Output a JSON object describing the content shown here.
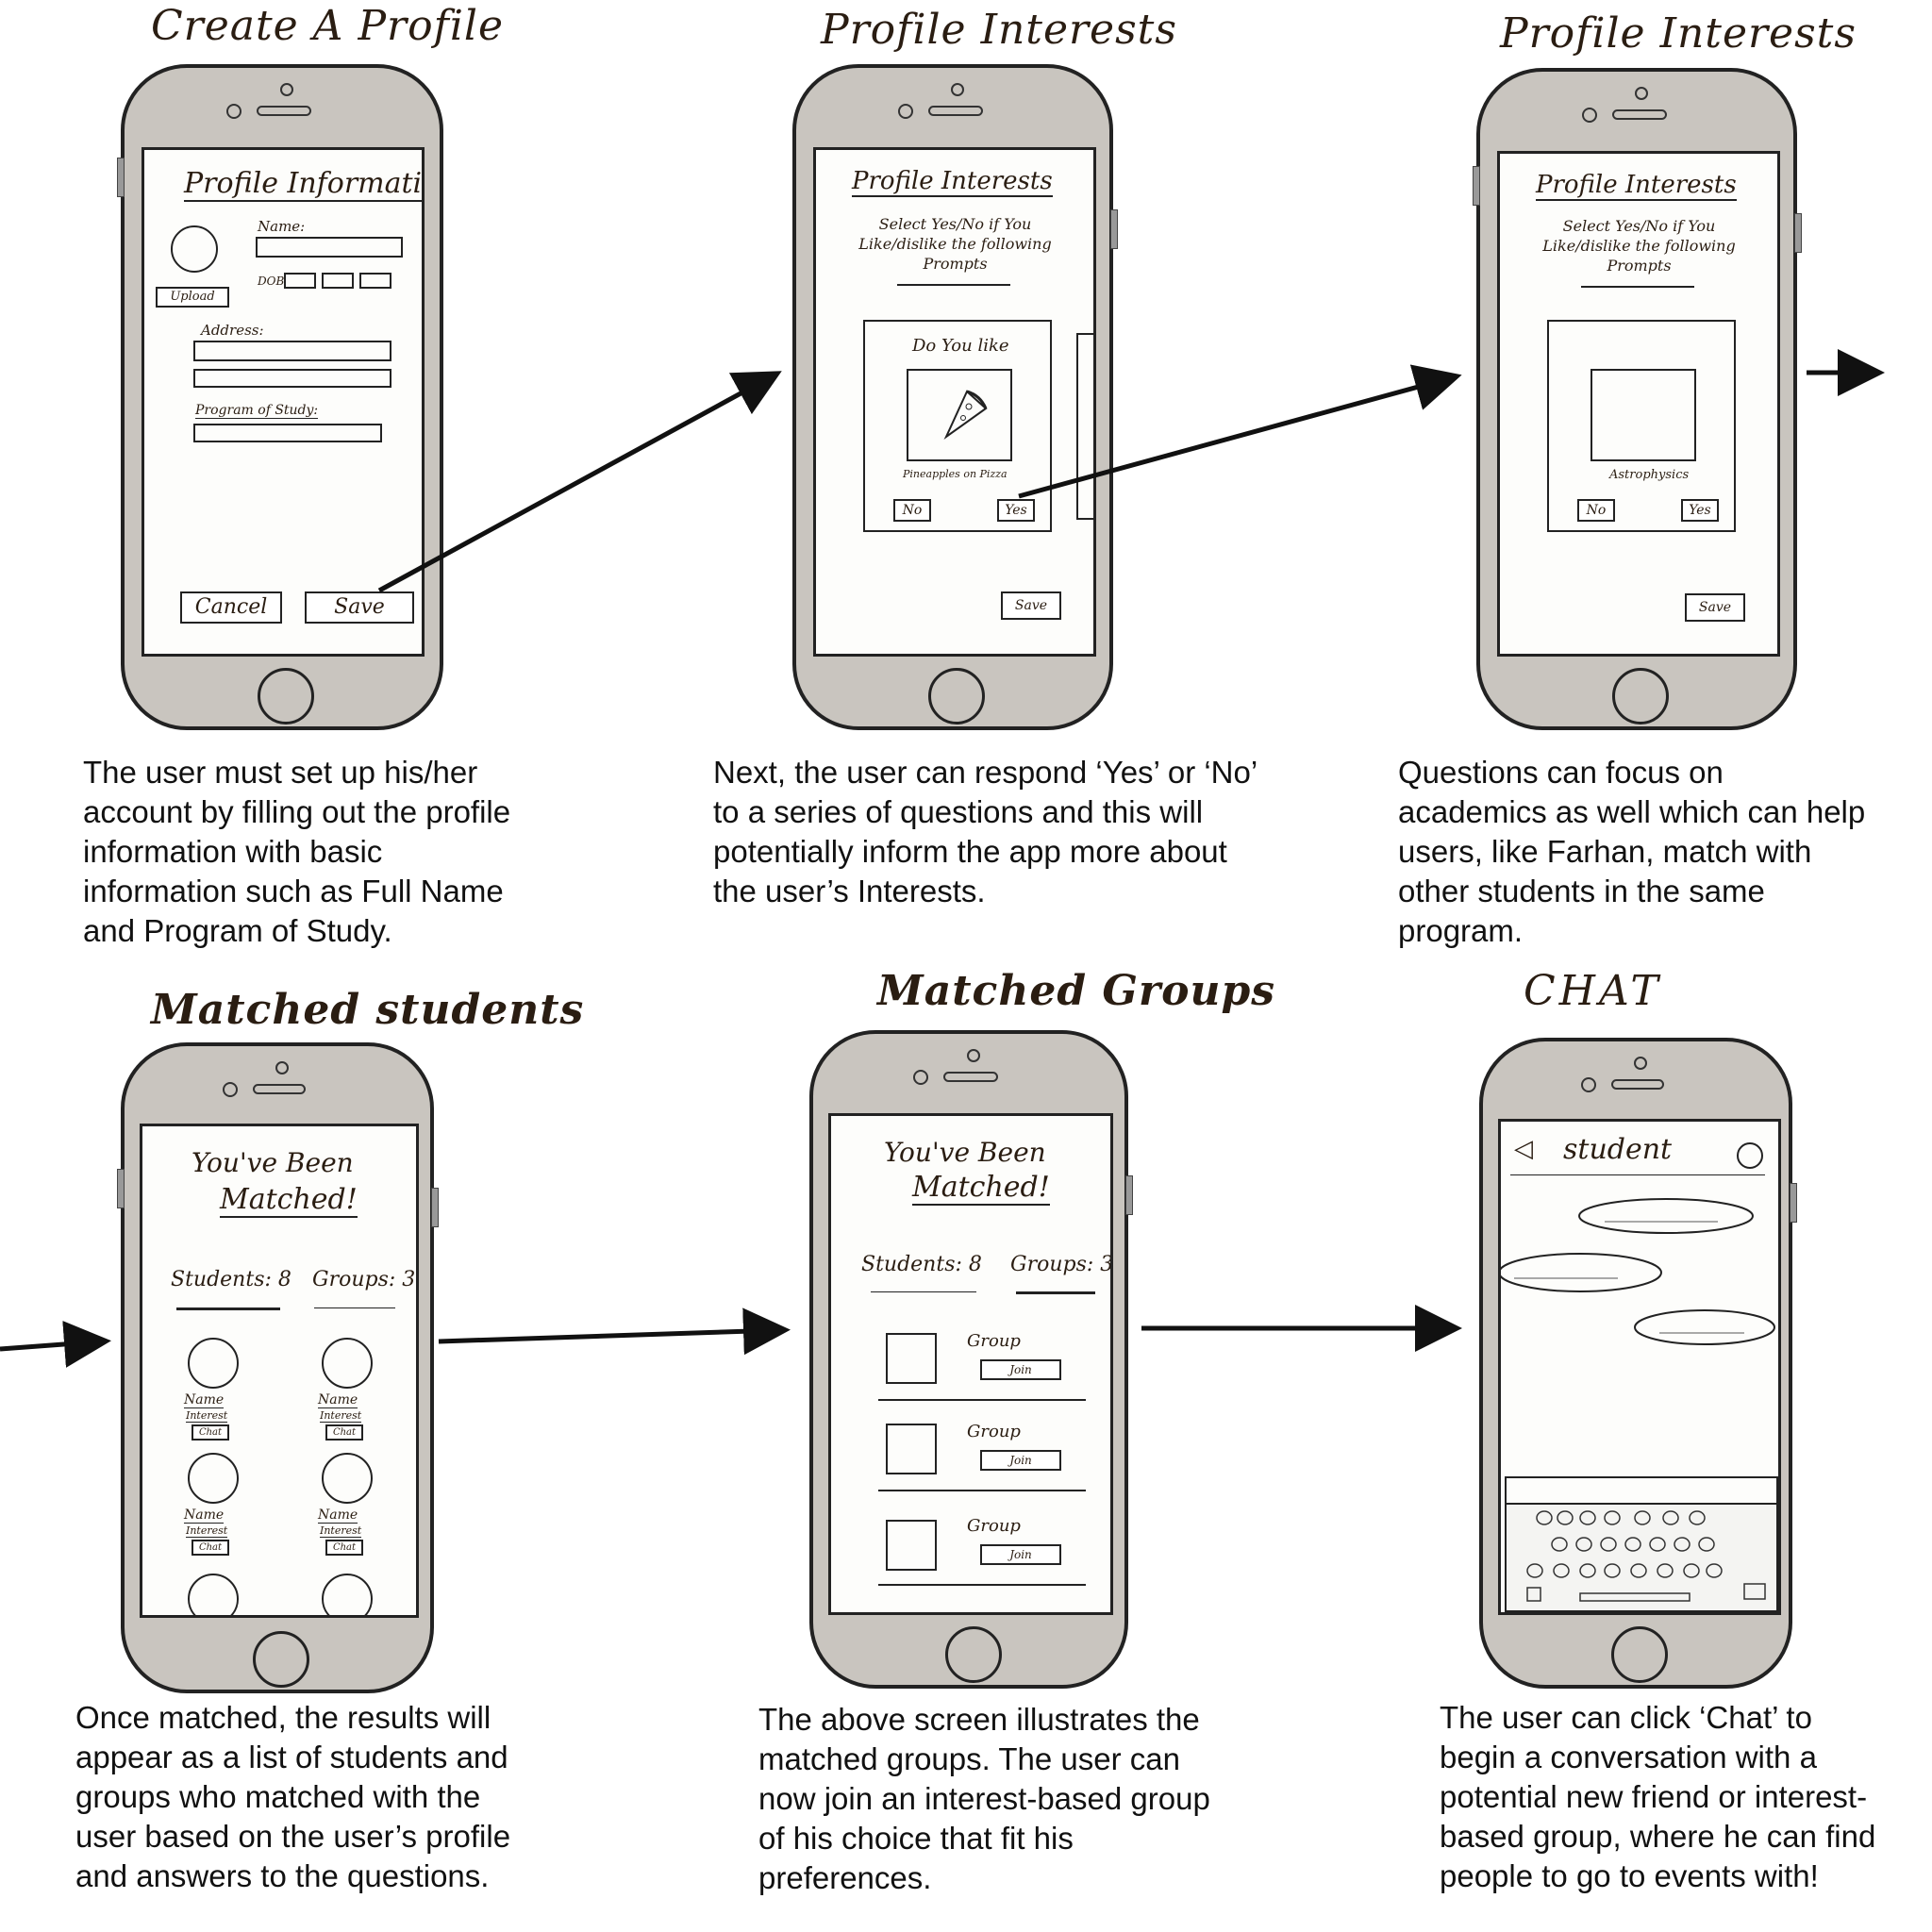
{
  "titles": {
    "create_profile": "Create A Profile",
    "profile_interests_1": "Profile Interests",
    "profile_interests_2": "Profile Interests",
    "matched_students": "Matched students",
    "matched_groups": "Matched Groups",
    "chat": "CHAT"
  },
  "captions": {
    "create_profile": "The user must set up his/her account by filling out the profile information with basic information such as Full Name and Program of Study.",
    "profile_interests_1": "Next, the user can respond ‘Yes’ or ‘No’ to a series of questions and this will potentially inform the app more about the user’s Interests.",
    "profile_interests_2": "Questions can focus on academics as well  which  can help users, like Farhan, match with other students in the same program.",
    "matched_students": "Once matched, the results will appear as a list of students and groups who matched with the user  based on the user’s profile and answers to the questions.",
    "matched_groups": "The above screen illustrates the matched groups. The user can now join an interest-based group of his choice that fit his preferences.",
    "chat": "The user can click ‘Chat’ to begin a conversation with a potential new friend or interest-based group, where he can find people to go to events with!"
  },
  "screen_profile": {
    "heading": "Profile Information",
    "name_label": "Name:",
    "dob_label": "DOB",
    "upload_label": "Upload",
    "address_label": "Address:",
    "program_label": "Program of Study:",
    "cancel_label": "Cancel",
    "save_label": "Save"
  },
  "screen_interests_1": {
    "heading": "Profile Interests",
    "instructions": "Select Yes/No if You Like/dislike the following Prompts",
    "question": "Do You like",
    "item_caption": "Pineapples on Pizza",
    "no_label": "No",
    "yes_label": "Yes",
    "save_label": "Save"
  },
  "screen_interests_2": {
    "heading": "Profile Interests",
    "instructions": "Select Yes/No if You Like/dislike the following Prompts",
    "item_caption": "Astrophysics",
    "no_label": "No",
    "yes_label": "Yes",
    "save_label": "Save"
  },
  "screen_students": {
    "line1": "You've Been",
    "line2": "Matched!",
    "students_tab": "Students: 8",
    "groups_tab": "Groups: 3",
    "cards": [
      {
        "name": "Name",
        "interest": "Interest",
        "chat": "Chat"
      },
      {
        "name": "Name",
        "interest": "Interest",
        "chat": "Chat"
      },
      {
        "name": "Name",
        "interest": "Interest",
        "chat": "Chat"
      },
      {
        "name": "Name",
        "interest": "Interest",
        "chat": "Chat"
      }
    ]
  },
  "screen_groups": {
    "line1": "You've Been",
    "line2": "Matched!",
    "students_tab": "Students: 8",
    "groups_tab": "Groups: 3",
    "groups": [
      {
        "label": "Group",
        "join": "Join"
      },
      {
        "label": "Group",
        "join": "Join"
      },
      {
        "label": "Group",
        "join": "Join"
      }
    ]
  },
  "screen_chat": {
    "back_symbol": "◁",
    "contact": "student"
  },
  "colors": {
    "phone_body": "#c9c5bf",
    "ink": "#2a1d12",
    "outline": "#222222"
  }
}
